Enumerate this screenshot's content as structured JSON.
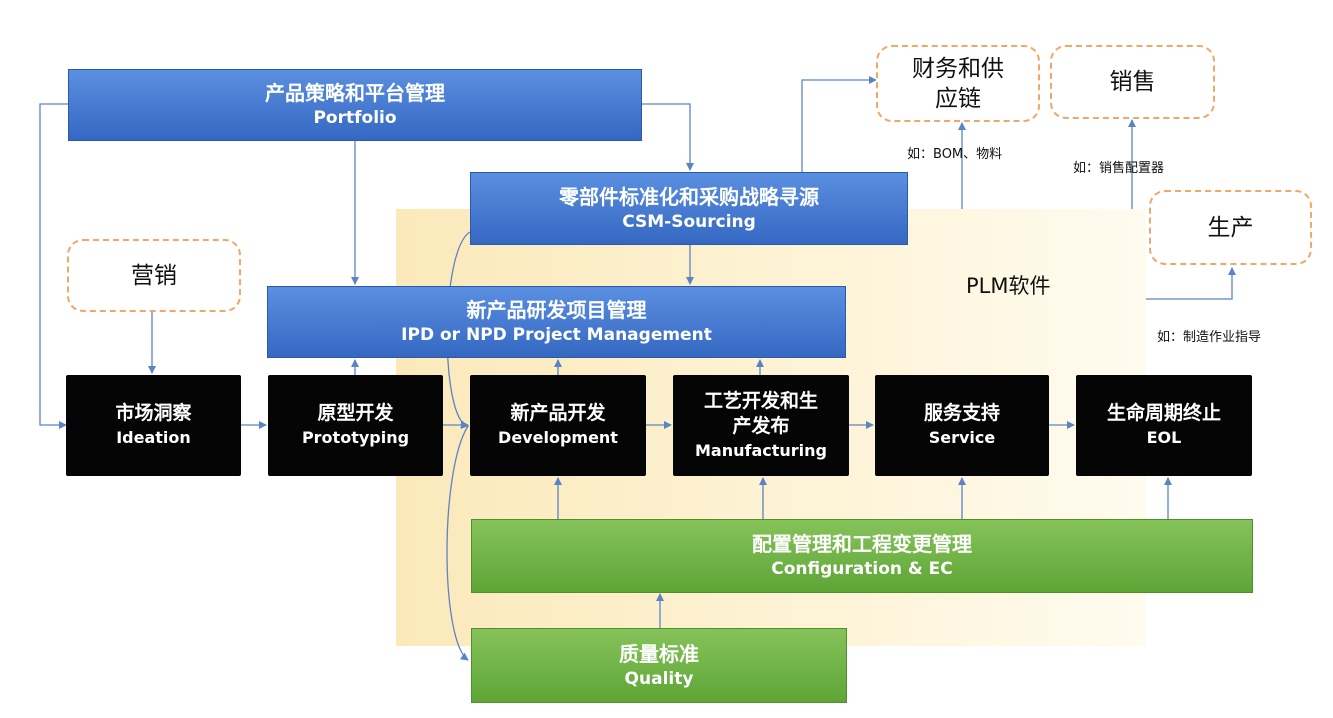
{
  "plm_label": "PLM软件",
  "portfolio": {
    "cn": "产品策略和平台管理",
    "en": "Portfolio"
  },
  "csm": {
    "cn": "零部件标准化和采购战略寻源",
    "en": "CSM-Sourcing"
  },
  "ipd": {
    "cn": "新产品研发项目管理",
    "en": "IPD or NPD Project Management"
  },
  "stages": [
    {
      "cn": "市场洞察",
      "en": "Ideation"
    },
    {
      "cn": "原型开发",
      "en": "Prototyping"
    },
    {
      "cn": "新产品开发",
      "en": "Development"
    },
    {
      "cn": "工艺开发和生产发布",
      "en": "Manufacturing"
    },
    {
      "cn": "服务支持",
      "en": "Service"
    },
    {
      "cn": "生命周期终止",
      "en": "EOL"
    }
  ],
  "config": {
    "cn": "配置管理和工程变更管理",
    "en": "Configuration & EC"
  },
  "quality": {
    "cn": "质量标准",
    "en": "Quality"
  },
  "external": {
    "marketing": "营销",
    "finance": "财务和供应链",
    "sales": "销售",
    "production": "生产"
  },
  "notes": {
    "finance": "如：BOM、物料",
    "sales": "如：销售配置器",
    "production": "如：制造作业指导"
  },
  "colors": {
    "blue_box": "#3f74cf",
    "green_box": "#6aad3f",
    "stage_box": "#050505",
    "dashed_border": "#f0a869",
    "plm_zone": "#fbe9ba",
    "connector": "#5b84c4"
  }
}
